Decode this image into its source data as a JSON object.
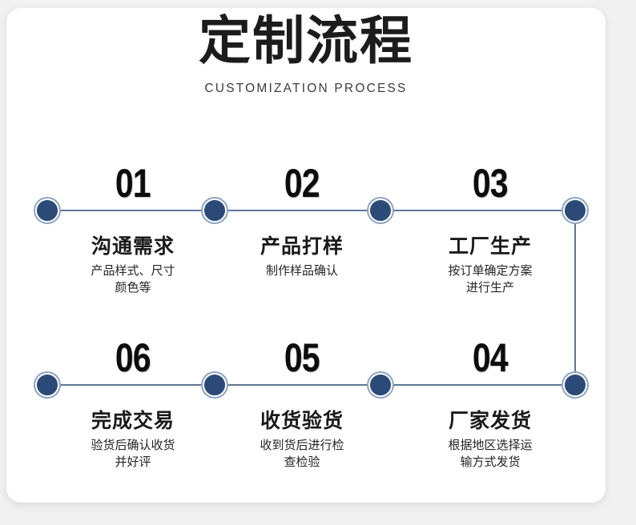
{
  "header": {
    "title": "定制流程",
    "subtitle": "CUSTOMIZATION PROCESS"
  },
  "colors": {
    "node_fill": "#2b4a77",
    "node_ring": "#8ea3c0",
    "line": "#5f7694",
    "card_bg": "#ffffff",
    "page_bg": "#f1f1f1",
    "number_color": "#0d0d0d"
  },
  "steps": [
    {
      "number": "01",
      "title": "沟通需求",
      "desc": "产品样式、尺寸\n颜色等"
    },
    {
      "number": "02",
      "title": "产品打样",
      "desc": "制作样品确认"
    },
    {
      "number": "03",
      "title": "工厂生产",
      "desc": "按订单确定方案\n进行生产"
    },
    {
      "number": "06",
      "title": "完成交易",
      "desc": "验货后确认收货\n并好评"
    },
    {
      "number": "05",
      "title": "收货验货",
      "desc": "收到货后进行检\n查检验"
    },
    {
      "number": "04",
      "title": "厂家发货",
      "desc": "根据地区选择运\n输方式发货"
    }
  ]
}
